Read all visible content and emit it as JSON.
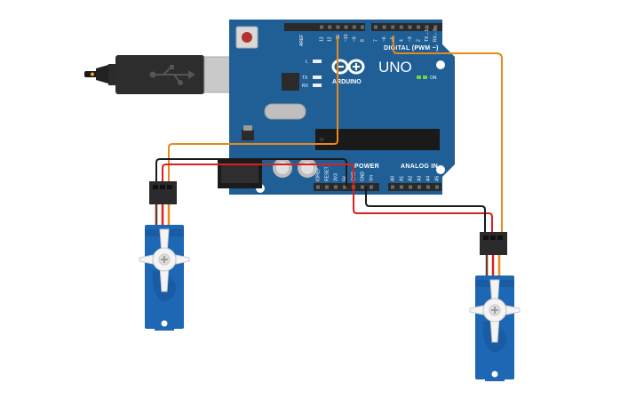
{
  "board": {
    "name": "UNO",
    "brand": "ARDUINO",
    "digital_label": "DIGITAL (PWM ~)",
    "power_label": "POWER",
    "analog_label": "ANALOG IN",
    "on_label": "ON",
    "led_l": "L",
    "led_tx": "TX",
    "led_rx": "RX",
    "aref_label": "AREF",
    "digital_pins": [
      "13",
      "12",
      "~11",
      "~10",
      "~9",
      "8",
      "7",
      "~6",
      "~5",
      "4",
      "~3",
      "2",
      "TX→1",
      "RX←0"
    ],
    "power_pins": [
      "IOREF",
      "RESET",
      "3V3",
      "5V",
      "GND",
      "GND",
      "Vin"
    ],
    "analog_pins": [
      "A0",
      "A1",
      "A2",
      "A3",
      "A4",
      "A5"
    ]
  },
  "colors": {
    "board": "#1f5f95",
    "board_dark": "#174c78",
    "wire_orange": "#e8891a",
    "wire_red": "#d8211f",
    "wire_black": "#1a1a1a",
    "servo_blue": "#1d67b4",
    "header": "#2a2a2a"
  },
  "components": {
    "usb_cable": "usb-cable",
    "servo_left": "servo-left",
    "servo_right": "servo-right"
  }
}
